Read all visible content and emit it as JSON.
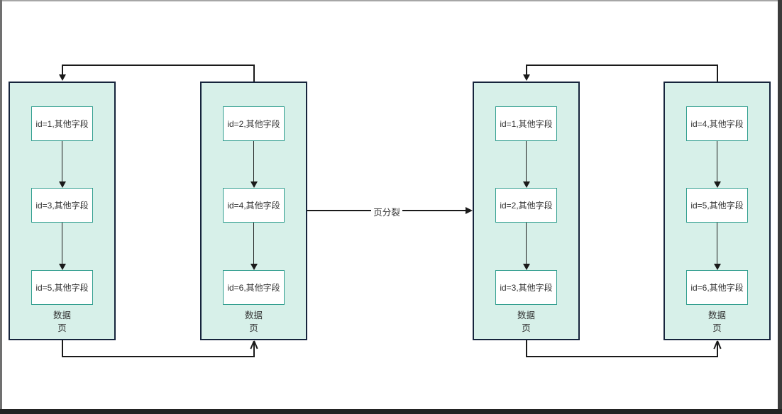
{
  "diagram": {
    "split_label": "页分裂",
    "pages": [
      {
        "label": "数据页",
        "records": [
          "id=1,其他字段",
          "id=3,其他字段",
          "id=5,其他字段"
        ]
      },
      {
        "label": "数据页",
        "records": [
          "id=2,其他字段",
          "id=4,其他字段",
          "id=6,其他字段"
        ]
      },
      {
        "label": "数据页",
        "records": [
          "id=1,其他字段",
          "id=2,其他字段",
          "id=3,其他字段"
        ]
      },
      {
        "label": "数据页",
        "records": [
          "id=4,其他字段",
          "id=5,其他字段",
          "id=6,其他字段"
        ]
      }
    ],
    "colors": {
      "page_fill": "#d7f0e9",
      "page_border": "#16243c",
      "record_fill": "#ffffff",
      "record_border": "#2f9d8e",
      "connector": "#1a1a1a",
      "text": "#333333"
    }
  }
}
